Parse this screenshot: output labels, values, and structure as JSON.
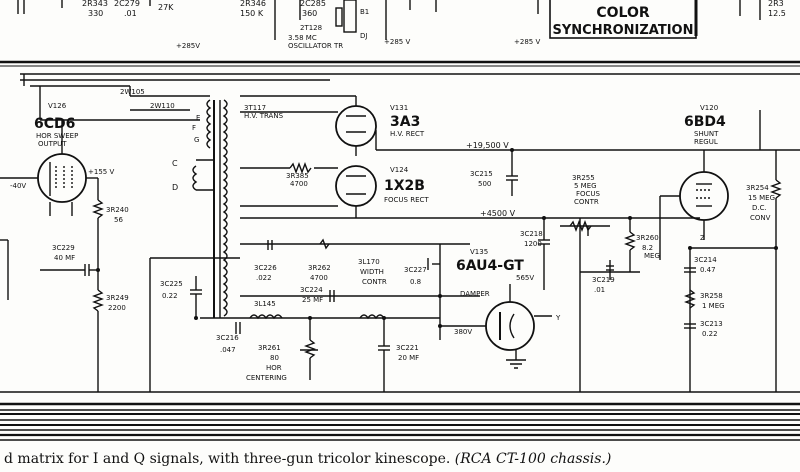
{
  "header": {
    "title_line1": "COLOR",
    "title_line2": "SYNCHRONIZATION",
    "top_labels": [
      "2R343",
      "330",
      "2C279",
      "27K",
      ".01",
      "2R346",
      "150 K",
      "2C285",
      "360",
      "2T128",
      "3.58 MC",
      "OSCILLATOR TR",
      "B1",
      "DJ",
      "+285V",
      "+285 V",
      "+285 V",
      "2R3",
      "12.5"
    ]
  },
  "tubes": [
    {
      "ref": "V126",
      "type": "6CD6",
      "func_lines": [
        "HOR SWEEP",
        "OUTPUT"
      ]
    },
    {
      "ref": "V131",
      "type": "3A3",
      "func_lines": [
        "H.V. RECT"
      ]
    },
    {
      "ref": "V124",
      "type": "1X2B",
      "func_lines": [
        "FOCUS RECT"
      ]
    },
    {
      "ref": "V135",
      "type": "6AU4-GT",
      "func_lines": [
        "DAMPER"
      ]
    },
    {
      "ref": "V120",
      "type": "6BD4",
      "func_lines": [
        "SHUNT",
        "REGUL"
      ]
    }
  ],
  "components": {
    "t117": [
      "3T117",
      "H.V. TRANS"
    ],
    "r240": [
      "3R240",
      "56"
    ],
    "c229": [
      "3C229",
      "40 MF"
    ],
    "r249": [
      "3R249",
      "2200"
    ],
    "r385": [
      "3R385",
      "4700"
    ],
    "c215": [
      "3C215",
      "500"
    ],
    "r255": [
      "3R255",
      "5 MEG",
      "FOCUS",
      "CONTR"
    ],
    "r260": [
      "3R260",
      "8.2",
      "MEG"
    ],
    "c218": [
      "3C218",
      "1200"
    ],
    "c219": [
      "3C219",
      ".01"
    ],
    "r254": [
      "3R254",
      "15 MEG",
      "D.C.",
      "CONV"
    ],
    "c214": [
      "3C214",
      "0.47"
    ],
    "r258": [
      "3R258",
      "1 MEG"
    ],
    "c213": [
      "3C213",
      "0.22"
    ],
    "c225": [
      "3C225",
      "0.22"
    ],
    "c226": [
      "3C226",
      ".022"
    ],
    "r262": [
      "3R262",
      "4700"
    ],
    "l170": [
      "3L170",
      "WIDTH",
      "CONTR"
    ],
    "c227": [
      "3C227",
      "0.8"
    ],
    "c224": [
      "3C224",
      "25 MF"
    ],
    "l145": [
      "3L145"
    ],
    "c216": [
      "3C216",
      ".047"
    ],
    "r261": [
      "3R261",
      "80",
      "HOR",
      "CENTERING"
    ],
    "c221": [
      "3C221",
      "20 MF"
    ]
  },
  "voltages": {
    "v19500": "+19,500 V",
    "v4500": "+4500 V",
    "v155": "+155 V",
    "v140": "-40V",
    "v380": "380V",
    "v565": "565V"
  },
  "misc_labels": {
    "zw105": "2W105",
    "zw110": "2W110",
    "c_lbl": "C",
    "d_lbl": "D",
    "e_lbl": "E",
    "f_lbl": "F",
    "g_lbl": "G",
    "y_lbl": "Y",
    "z_lbl": "Z"
  },
  "caption": {
    "text": "d matrix for I and Q signals, with three-gun tricolor kinescope.",
    "chassis": "(RCA CT-100 chassis.)"
  }
}
